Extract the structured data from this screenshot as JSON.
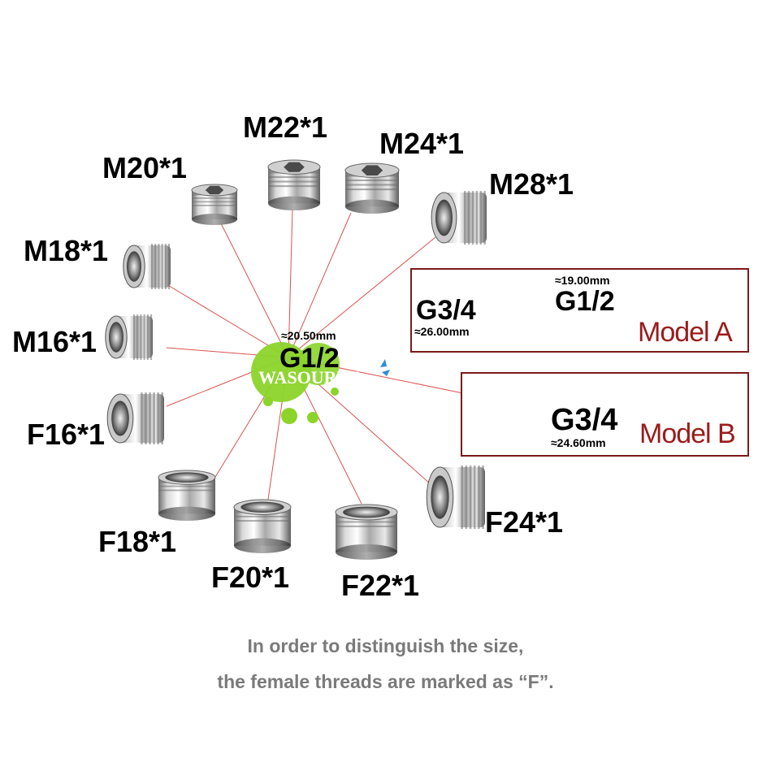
{
  "labels": {
    "m22": "M22*1",
    "m24": "M24*1",
    "m20": "M20*1",
    "m28": "M28*1",
    "m18": "M18*1",
    "m16": "M16*1",
    "f16": "F16*1",
    "f18": "F18*1",
    "f20": "F20*1",
    "f22": "F22*1",
    "f24": "F24*1"
  },
  "center": {
    "dimension": "≈20.50mm",
    "thread": "G1/2",
    "watermark": "WASOURLF"
  },
  "model_a": {
    "outer_dimension": "≈19.00mm",
    "outer_thread": "G1/2",
    "inner_thread": "G3/4",
    "inner_dimension": "≈26.00mm",
    "name": "Model A"
  },
  "model_b": {
    "thread": "G3/4",
    "dimension": "≈24.60mm",
    "name": "Model B"
  },
  "caption": {
    "line1": "In order to distinguish the size,",
    "line2": "the female threads are marked as “F”."
  },
  "colors": {
    "line": "#d9534f",
    "model_border": "#7b1a1a",
    "model_text": "#9b1b1b",
    "caption": "#7a7a7a",
    "badge_green": "#7ed321"
  }
}
